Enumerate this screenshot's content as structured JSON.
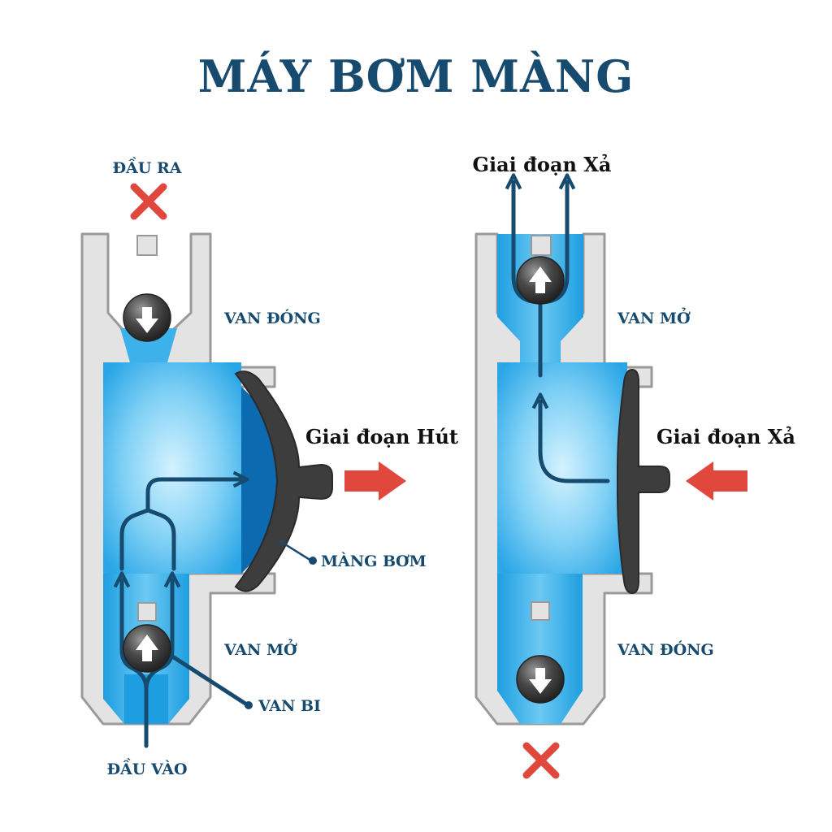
{
  "title": "MÁY BƠM MÀNG",
  "left": {
    "outlet_label": "ĐẦU RA",
    "inlet_label": "ĐẦU VÀO",
    "top_valve_label": "VAN ĐÓNG",
    "bottom_valve_label": "VAN MỞ",
    "ball_valve_label": "VAN BI",
    "diaphragm_label": "MÀNG BƠM",
    "stage_label": "Giai đoạn Hút"
  },
  "right": {
    "outlet_stage_label": "Giai đoạn Xả",
    "top_valve_label": "VAN MỞ",
    "bottom_valve_label": "VAN ĐÓNG",
    "stage_label": "Giai đoạn Xả"
  },
  "colors": {
    "title": "#164a6e",
    "flow_line": "#164a6e",
    "housing_fill": "#e3e3e3",
    "housing_stroke": "#9a9a9a",
    "water_light": "#cdefff",
    "water_dark": "#2aa6e6",
    "blocked_x": "#e0483d",
    "force_arrow": "#e0483d",
    "diaphragm": "#3d3d3d"
  },
  "icons": {
    "blocked": "x-mark-icon",
    "ball": "ball-valve-icon",
    "force": "red-arrow-icon"
  }
}
